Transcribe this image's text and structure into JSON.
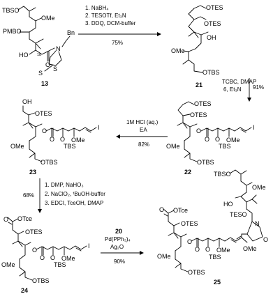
{
  "compounds": {
    "c13": "13",
    "c21": "21",
    "c22": "22",
    "c23": "23",
    "c24": "24",
    "c20": "20",
    "c25": "25"
  },
  "groups": {
    "tbso": "TBSO",
    "ome": "OMe",
    "pmbo": "PMBO",
    "ho": "HO",
    "oh": "OH",
    "otes": "OTES",
    "otbs": "OTBS",
    "tbs": "TBS",
    "o": "O",
    "i": "I",
    "bn": "Bn",
    "n": "N",
    "s": "S",
    "c18": "18",
    "otce": "OTce",
    "teso": "TESO"
  },
  "steps": {
    "s1": {
      "lines": [
        "1. NaBH₄",
        "2. TESOTf, Et₃N",
        "3. DDQ, DCM-buffer"
      ],
      "yield": "75%"
    },
    "s2": {
      "lines": [
        "TCBC, DMAP",
        "6, Et₃N"
      ],
      "yield": "91%"
    },
    "s3": {
      "lines": [
        "1M HCl (aq.)",
        "EA"
      ],
      "yield": "82%"
    },
    "s4": {
      "lines": [
        "1. DMP, NaHO₃",
        "2. NaClO₂, ᵗBuOH-buffer",
        "3. EDCI, TceOH, DMAP"
      ],
      "yield": "68%"
    },
    "s5": {
      "lines": [
        "20",
        "Pd(PPh₃)₄",
        "Ag₂O"
      ],
      "yield": "90%"
    }
  }
}
